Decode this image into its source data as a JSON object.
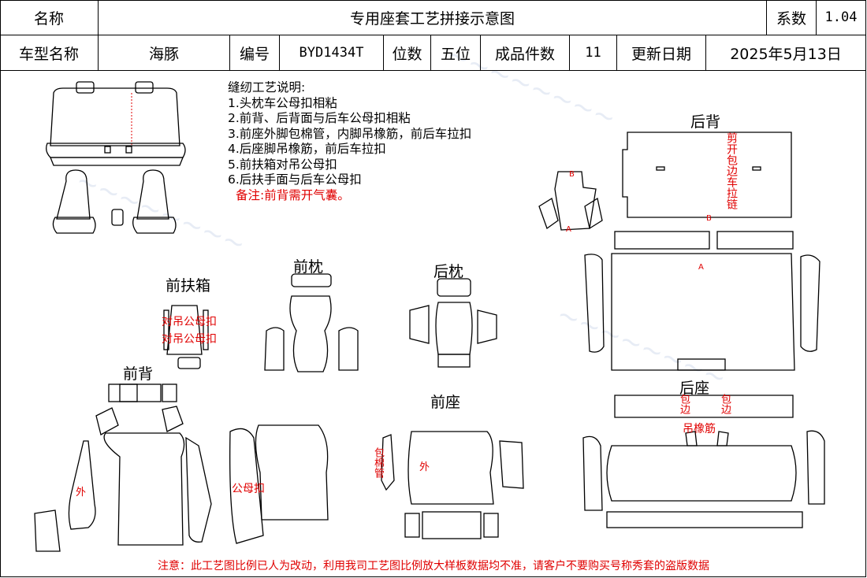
{
  "header": {
    "name_label": "名称",
    "title": "专用座套工艺拼接示意图",
    "coef_label": "系数",
    "coef_value": "1.04",
    "model_label": "车型名称",
    "model_value": "海豚",
    "code_label": "编号",
    "code_value": "BYD1434T",
    "seats_label": "位数",
    "seats_value": "五位",
    "pieces_label": "成品件数",
    "pieces_value": "11",
    "date_label": "更新日期",
    "date_value": "2025年5月13日"
  },
  "notes": {
    "title": "缝纫工艺说明:",
    "items": [
      "1.头枕车公母扣相粘",
      "2.前背、后背面与后车公母扣相粘",
      "3.前座外脚包棉管，内脚吊橡筋，前后车拉扣",
      "4.后座脚吊橡筋，前后车拉扣",
      "5.前扶箱对吊公母扣",
      "6.后扶手面与后车公母扣"
    ],
    "remark": "备注:前背需开气囊。"
  },
  "sections": {
    "front_box": "前扶箱",
    "front_headrest": "前枕",
    "rear_headrest": "后枕",
    "rear_back": "后背",
    "front_back": "前背",
    "front_seat": "前座",
    "rear_seat": "后座"
  },
  "annotations": {
    "box_line1": "对吊公母扣",
    "box_line2": "对吊公母扣",
    "outer": "外",
    "snap": "公母扣",
    "cotton_tube": "包棉管",
    "outer2": "外",
    "rear_back_vertical": "剪开包边车拉链",
    "edge_left": "包边",
    "edge_right": "包边",
    "elastic": "吊橡筋",
    "mark_b1": "B",
    "mark_a1": "A",
    "mark_b2": "B",
    "mark_a2": "A"
  },
  "footer": "注意：此工艺图比例已人为改动，利用我司工艺图比例放大样板数据均不准，请客户不要购买号称秀套的盗版数据",
  "colors": {
    "annotation": "#e00000",
    "line": "#000000"
  }
}
